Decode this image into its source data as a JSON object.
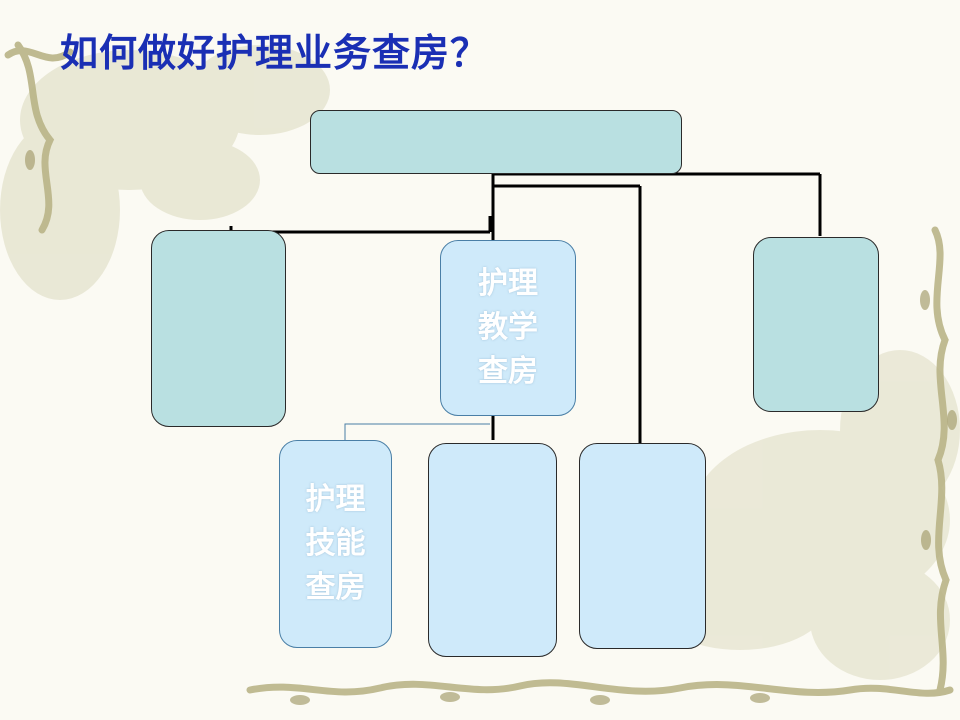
{
  "title": "如何做好护理业务查房？",
  "diagram": {
    "nodes": [
      {
        "id": "root",
        "label": ""
      },
      {
        "id": "left",
        "label": ""
      },
      {
        "id": "teaching",
        "label": "护理\n教学\n查房"
      },
      {
        "id": "right",
        "label": ""
      },
      {
        "id": "skill",
        "label": "护理\n技能\n查房"
      },
      {
        "id": "bottom-middle",
        "label": ""
      },
      {
        "id": "bottom-right",
        "label": ""
      }
    ]
  },
  "colors": {
    "title": "#1a2fb4",
    "teal_box": "#b9e0e1",
    "light_box": "#cfeafa",
    "connector": "#000000",
    "thin_connector": "#4a7fa6"
  }
}
